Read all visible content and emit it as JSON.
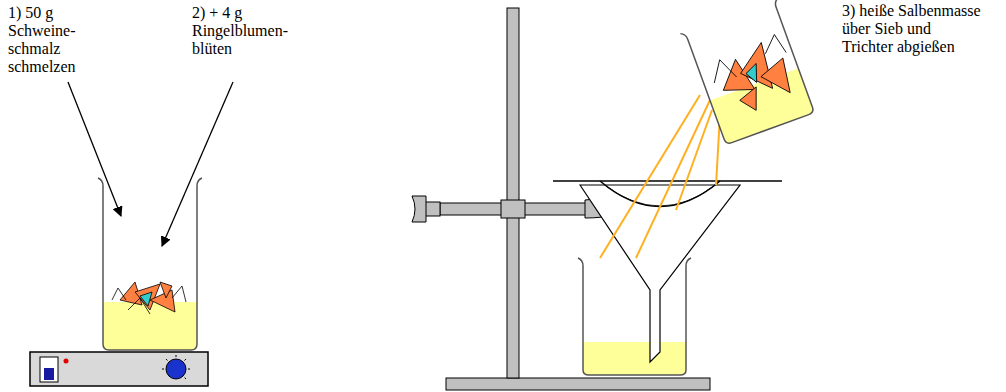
{
  "diagram": {
    "labels": [
      "1) 50 g Schweine- schmalz schmelzen",
      "2) + 4 g Ringelblumen- blüten",
      "3) heiße Salbenmasse über Sieb und Trichter abgießen"
    ]
  }
}
